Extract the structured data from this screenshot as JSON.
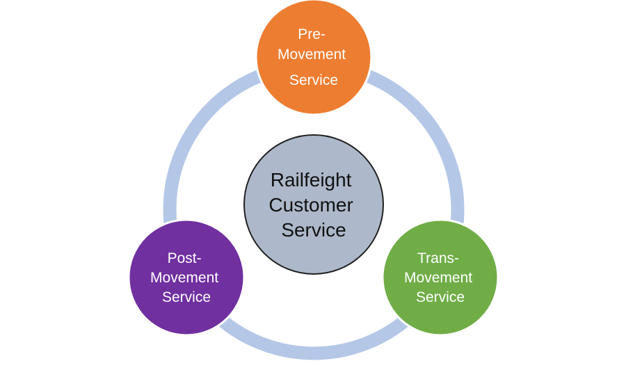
{
  "diagram": {
    "type": "cycle",
    "colors": {
      "ring": "#b4c7e7",
      "center_fill": "#adb9ca",
      "center_stroke": "#1f1f1f",
      "pre_movement": "#ed7d31",
      "trans_movement": "#70ad47",
      "post_movement": "#7030a0"
    },
    "center": {
      "lines": [
        "Railfeight",
        "Customer",
        "Service"
      ]
    },
    "nodes": {
      "pre_movement": {
        "lines": [
          "Pre-",
          "Movement",
          "Service"
        ]
      },
      "trans_movement": {
        "lines": [
          "Trans-",
          "Movement",
          "Service"
        ]
      },
      "post_movement": {
        "lines": [
          "Post-",
          "Movement",
          "Service"
        ]
      }
    }
  }
}
